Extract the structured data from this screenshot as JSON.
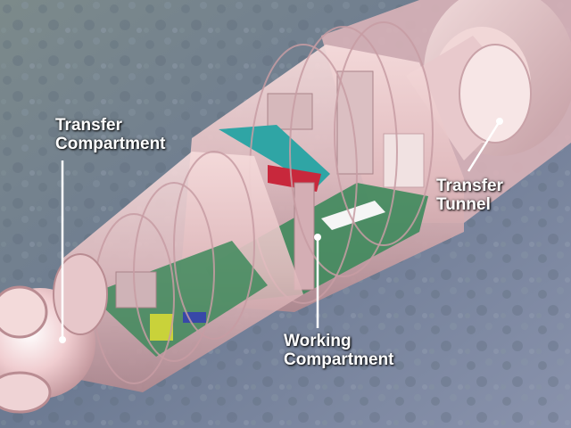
{
  "labels": {
    "transfer_compartment": [
      "Transfer",
      "Compartment"
    ],
    "transfer_tunnel": [
      "Transfer",
      "Tunnel"
    ],
    "working_compartment": [
      "Working",
      "Compartment"
    ]
  },
  "colors": {
    "background": "#6f7d92",
    "hull": "#e9c8cb",
    "hull_shadow": "#b88f96",
    "floor": "#3e8a5c",
    "console": "#2fa5a5",
    "accent": "#c8283c",
    "leader": "#ffffff"
  }
}
